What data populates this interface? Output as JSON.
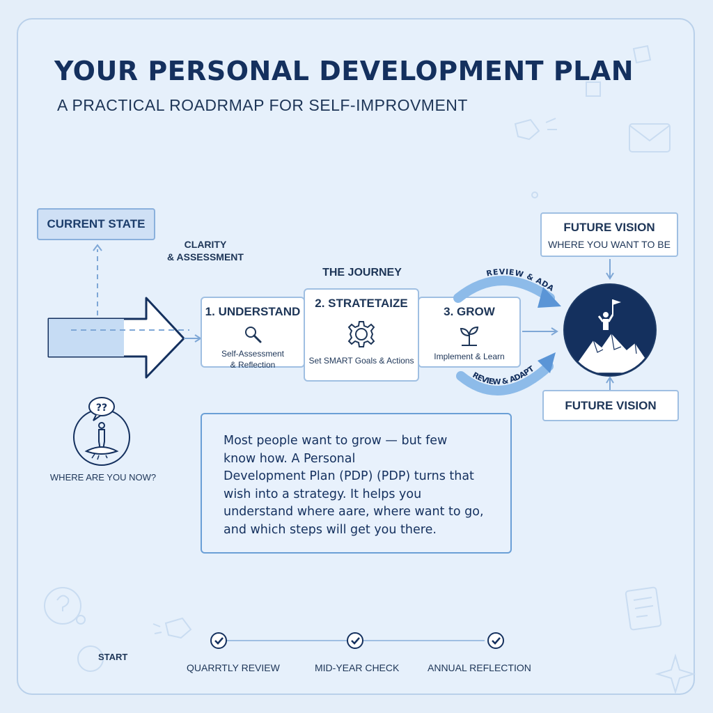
{
  "header": {
    "title": "YOUR PERSONAL DEVELOPMENT PLAN",
    "subtitle": "A PRACTICAL ROADRMAP FOR SELF-IMPROVMENT"
  },
  "current_state": {
    "label": "CURRENT STATE",
    "caption_line1": "CLARITY",
    "caption_line2": "& ASSESSMENT",
    "where_label": "WHERE ARE YOU NOW?"
  },
  "journey": {
    "label": "THE JOURNEY",
    "steps": [
      {
        "title": "1. UNDERSTAND",
        "desc_line1": "Self-Assessment",
        "desc_line2": "& Reflection",
        "icon": "magnifier-icon"
      },
      {
        "title": "2. STRATETAIZE",
        "desc_line1": "Set SMART Goals & Actions",
        "desc_line2": "",
        "icon": "gear-icon"
      },
      {
        "title": "3. GROW",
        "desc_line1": "Implement & Learn",
        "desc_line2": "",
        "icon": "sprout-icon"
      }
    ],
    "loop_top": "REVIEW & ADAPT",
    "loop_bottom": "REVIEW & ADAPT"
  },
  "future_vision": {
    "top_title": "FUTURE VISION",
    "top_subtitle": "WHERE YOU WANT TO BE",
    "bottom_title": "FUTURE VISION",
    "icon": "mountain-flag-icon"
  },
  "description": {
    "lines": [
      "Most people want to grow — but few",
      "know how. A Personal",
      "Development Plan (PDP) (PDP) turns that",
      "wish into a strategy. It helps you",
      "understand where aare, where want to go,",
      "and which steps will get you there."
    ]
  },
  "timeline": {
    "start": "START",
    "milestones": [
      "QUARRTLY REVIEW",
      "MID-YEAR CHECK",
      "ANNUAL REFLECTION"
    ]
  },
  "colors": {
    "navy": "#14305e",
    "accent": "#5b95d6",
    "background": "#e4eef9",
    "circle_fill": "#14305e"
  }
}
